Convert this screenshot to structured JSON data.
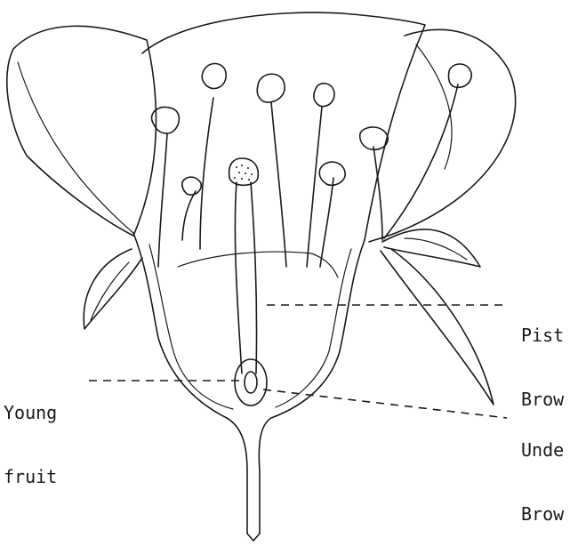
{
  "labels": {
    "young_fruit_line1": "Young",
    "young_fruit_line2": "fruit",
    "pistil_line1": "Pist",
    "pistil_line2": "Brow",
    "under_line1": "Unde",
    "under_line2": "Brow"
  }
}
